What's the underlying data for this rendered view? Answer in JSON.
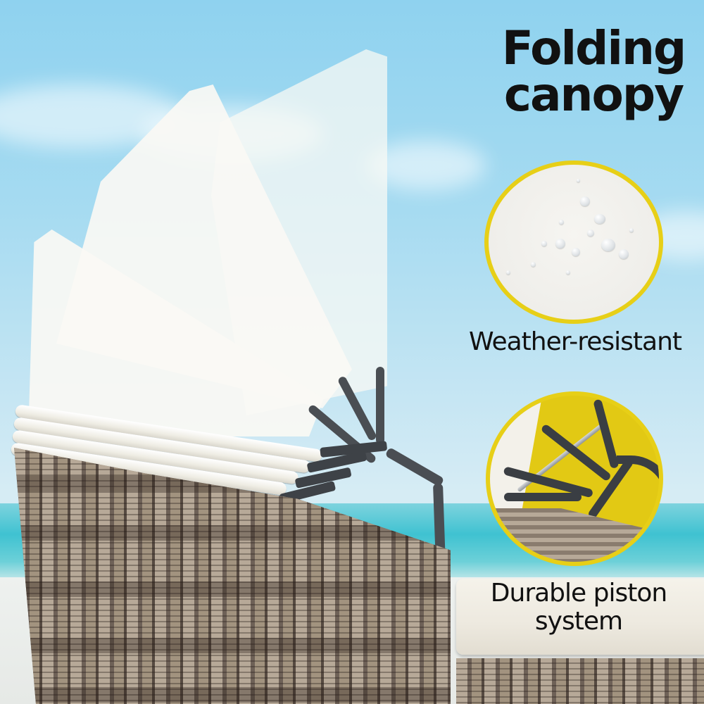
{
  "headline": {
    "line1": "Folding",
    "line2": "canopy"
  },
  "features": [
    {
      "label": "Weather-resistant",
      "icon": "water-droplets-on-fabric",
      "ring_color": "#e7cf17"
    },
    {
      "label_line1": "Durable piston",
      "label_line2": "system",
      "icon": "piston-hinge-closeup",
      "ring_color": "#e7cf17",
      "fill_color": "#e2c914"
    }
  ],
  "colors": {
    "accent_yellow": "#e7cf17",
    "text": "#111111",
    "sky": "#a6dbf1",
    "sea": "#3fc2d1",
    "canopy": "#faf9f4",
    "frame": "#4a4e53"
  }
}
